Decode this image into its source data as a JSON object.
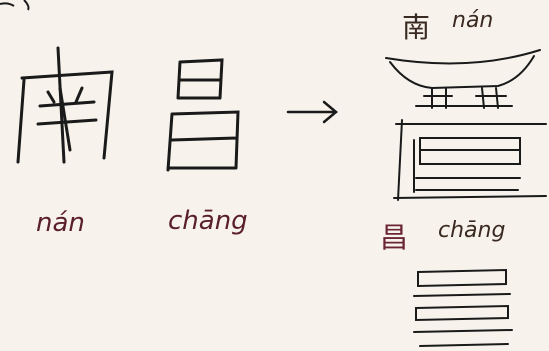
{
  "characters": [
    {
      "hanzi": "南",
      "pinyin": "nán"
    },
    {
      "hanzi": "昌",
      "pinyin": "chāng"
    }
  ],
  "arrow": "→",
  "right_labels": [
    {
      "hanzi": "南",
      "pinyin": "nán"
    },
    {
      "hanzi": "昌",
      "pinyin": "chāng"
    }
  ],
  "colors": {
    "ink": "#1a1a1a",
    "pinyin": "#5a1f2b",
    "paper": "#f7f3ec"
  }
}
